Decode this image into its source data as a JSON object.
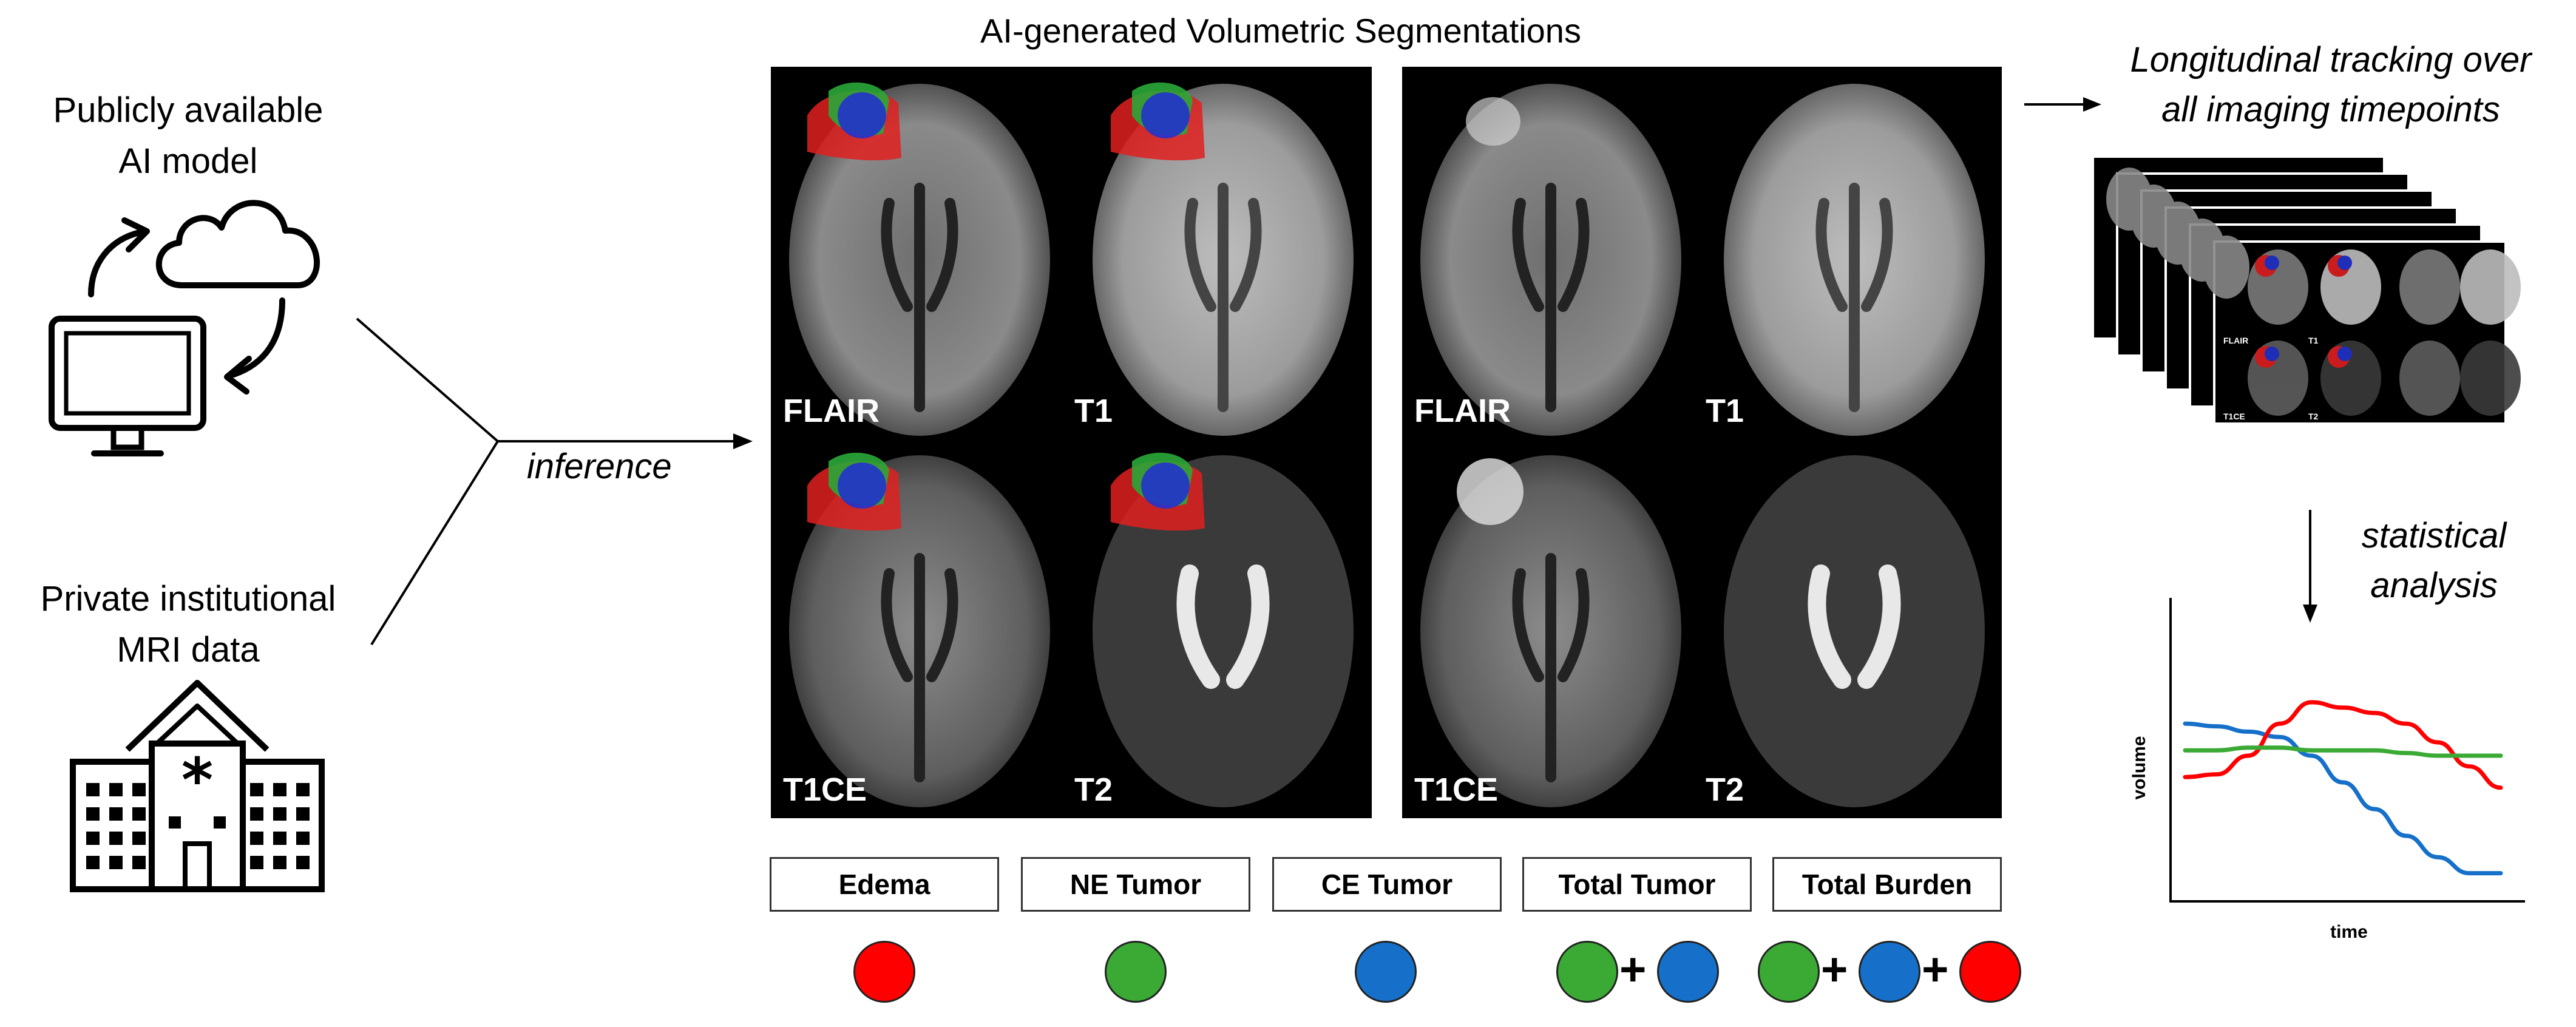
{
  "title": "AI-generated Volumetric Segmentations",
  "left": {
    "model_line1": "Publicly available",
    "model_line2": "AI model",
    "data_line1": "Private institutional",
    "data_line2": "MRI data",
    "inference": "inference"
  },
  "panels": [
    {
      "labels": [
        "FLAIR",
        "T1",
        "T1CE",
        "T2"
      ]
    },
    {
      "labels": [
        "FLAIR",
        "T1",
        "T1CE",
        "T2"
      ]
    }
  ],
  "right": {
    "tracking_line1": "Longitudinal tracking over",
    "tracking_line2": "all imaging timepoints",
    "stat_line1": "statistical",
    "stat_line2": "analysis",
    "mini_labels": [
      "FLAIR",
      "T1",
      "T1CE",
      "T2"
    ]
  },
  "legend": [
    {
      "label": "Edema"
    },
    {
      "label": "NE Tumor"
    },
    {
      "label": "CE Tumor"
    },
    {
      "label": "Total Tumor"
    },
    {
      "label": "Total Burden"
    }
  ],
  "colors": {
    "edema": "#ff0000",
    "ne_tumor": "#3aaa35",
    "ce_tumor": "#1670c9"
  },
  "icons": [
    "monitor-icon",
    "cloud-icon",
    "sync-arrows-icon",
    "hospital-icon"
  ],
  "chart_data": {
    "type": "line",
    "xlabel": "time",
    "ylabel": "volume",
    "x": [
      0,
      0.1,
      0.2,
      0.3,
      0.4,
      0.5,
      0.6,
      0.7,
      0.8,
      0.9,
      1.0
    ],
    "series": [
      {
        "color": "#1670c9",
        "values": [
          0.62,
          0.61,
          0.59,
          0.57,
          0.5,
          0.4,
          0.3,
          0.2,
          0.12,
          0.06,
          0.06
        ]
      },
      {
        "color": "#ff0000",
        "values": [
          0.42,
          0.43,
          0.5,
          0.62,
          0.7,
          0.68,
          0.66,
          0.62,
          0.55,
          0.46,
          0.38
        ]
      },
      {
        "color": "#3aaa35",
        "values": [
          0.52,
          0.52,
          0.53,
          0.53,
          0.52,
          0.52,
          0.52,
          0.51,
          0.5,
          0.5,
          0.5
        ]
      }
    ]
  }
}
